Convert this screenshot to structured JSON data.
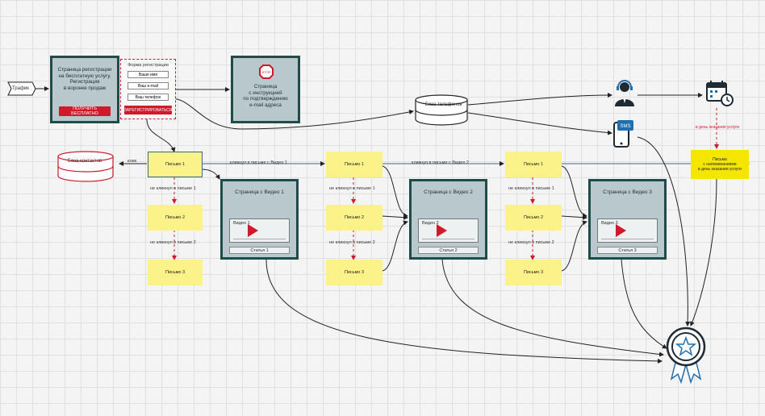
{
  "colors": {
    "accent_red": "#d0192b",
    "card_border": "#1f4b48",
    "card_fill": "#b9c8cd",
    "sticky": "#fbf28a",
    "icon_blue": "#1f6fb0",
    "highlight": "#f4e600"
  },
  "traffic": "Трафик",
  "landing": {
    "text": "Страница регистрации\nна бесплатную услугу.\nРегистрация\nв воронке продаж",
    "button": "ПОЛУЧИТЬ БЕСПЛАТНО"
  },
  "form": {
    "title": "Форма регистрации",
    "fields": [
      "Ваше имя",
      "Ваш e-mail",
      "Ваш телефон"
    ],
    "button": "ЗАРЕГИСТРИРОВАТЬСЯ"
  },
  "instructions": {
    "text": "Страница\nс инструкцией\nпо подтверждению\ne-mail адреса",
    "stop": "STOP"
  },
  "phone_db": "База телефонов",
  "contacts_db": "База контактов",
  "click": "клик",
  "sms": "SMS",
  "service_day_label": "в день оказания услуги",
  "reminder_note": "Письма\nс напоминаниями\nв день оказания услуги",
  "letters": {
    "l1": "Письмо 1",
    "l2": "Письмо 2",
    "l3": "Письмо 3"
  },
  "not_clicked_1": "не кликнул в письме 1",
  "not_clicked_2": "не кликнул в письме 2",
  "clicked_video_1": "кликнул в письме с Видео 1",
  "clicked_video_2": "кликнул в письме с Видео 2",
  "video_pages": [
    {
      "title": "Страница с Видео 1",
      "video": "Видео 1",
      "article": "Статья 1"
    },
    {
      "title": "Страница с Видео 2",
      "video": "Видео 2",
      "article": "Статья 2"
    },
    {
      "title": "Страница с Видео 3",
      "video": "Видео 3",
      "article": "Статья 3"
    }
  ]
}
